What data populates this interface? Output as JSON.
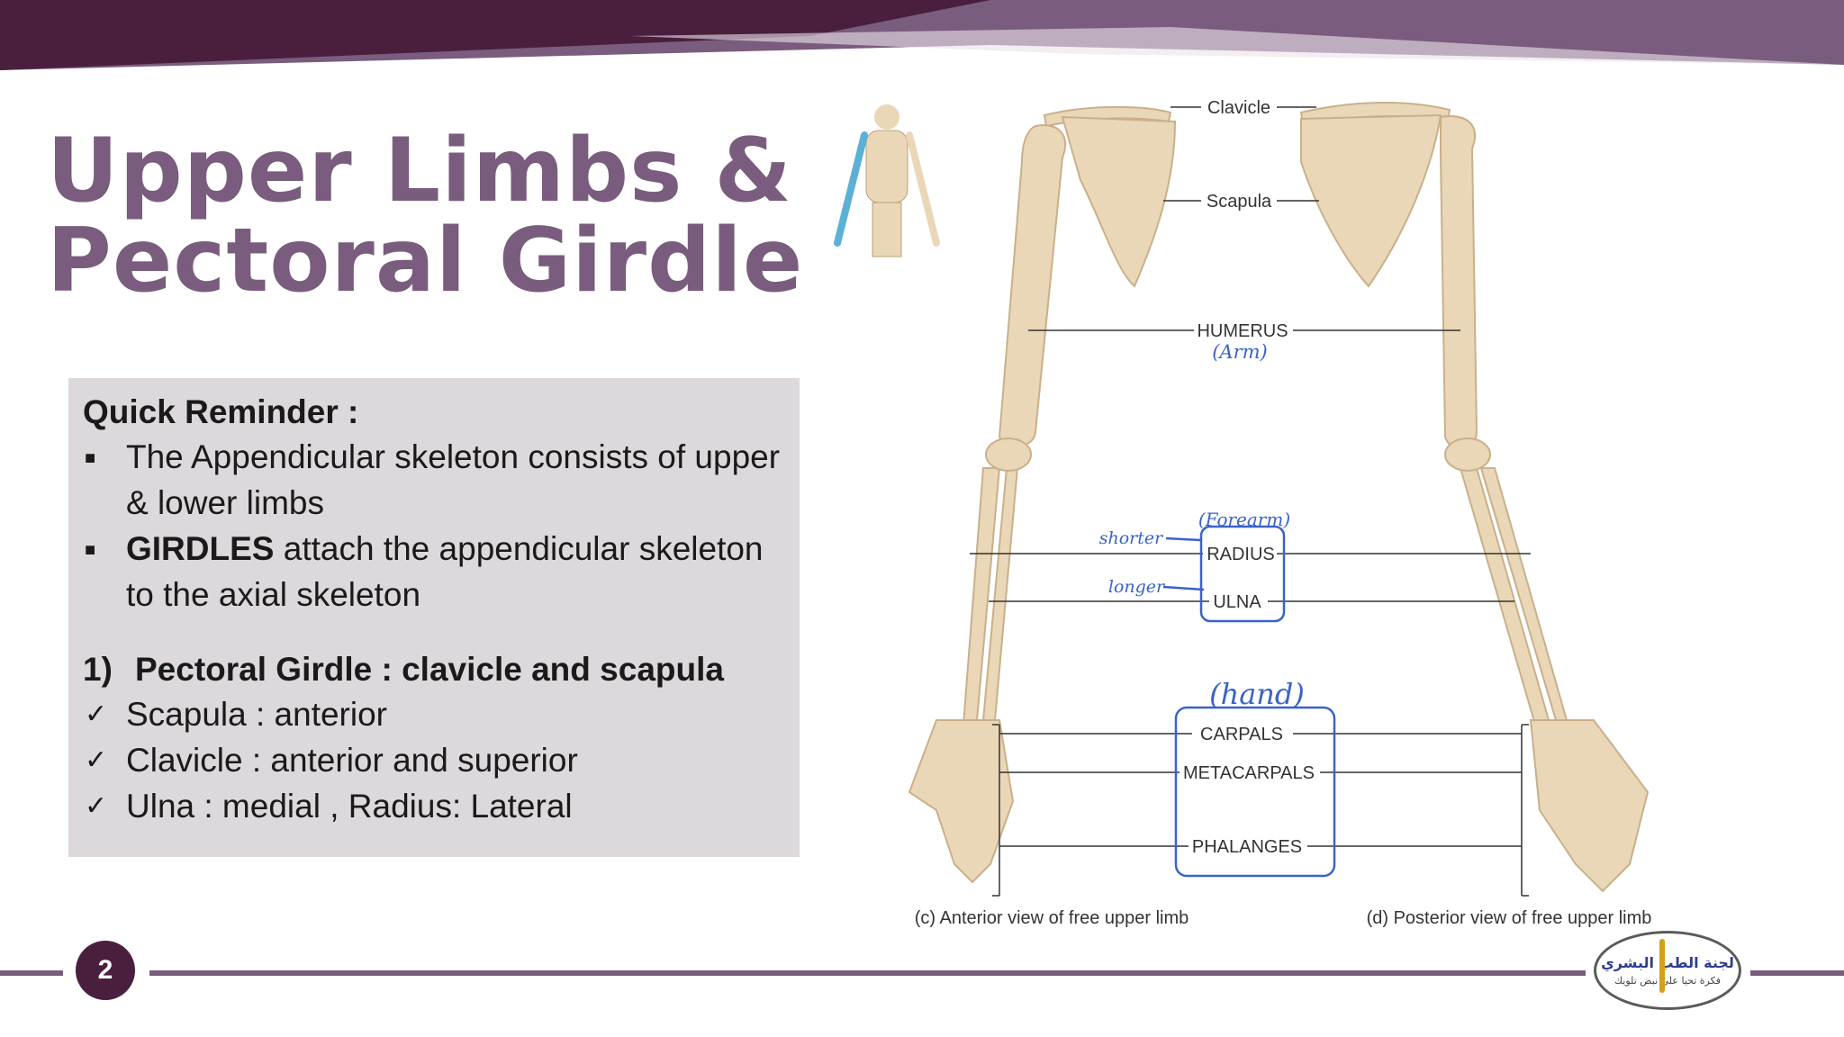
{
  "title": {
    "line1": "Upper Limbs &",
    "line2": "Pectoral Girdle"
  },
  "reminder": {
    "heading": "Quick Reminder :",
    "bullet1": "The Appendicular skeleton consists of upper & lower limbs",
    "bullet2_bold": "GIRDLES",
    "bullet2_rest": " attach the appendicular skeleton to the axial skeleton",
    "section_number": "1)",
    "section_title": "Pectoral Girdle : clavicle and scapula",
    "checks": [
      "Scapula : anterior",
      "Clavicle : anterior and superior",
      "Ulna : medial , Radius: Lateral"
    ],
    "bullet_glyph": "■",
    "check_glyph": "✓"
  },
  "diagram": {
    "labels": {
      "clavicle": "Clavicle",
      "scapula": "Scapula",
      "humerus": "HUMERUS",
      "radius": "RADIUS",
      "ulna": "ULNA",
      "carpals": "CARPALS",
      "metacarpals": "METACARPALS",
      "phalanges": "PHALANGES"
    },
    "handwritten": {
      "arm": "(Arm)",
      "forearm": "(Forearm)",
      "shorter": "shorter",
      "longer": "longer",
      "hand": "(hand)"
    },
    "captions": {
      "anterior": "(c) Anterior view of free upper limb",
      "posterior": "(d) Posterior view of free upper limb"
    }
  },
  "footer": {
    "page_number": "2",
    "logo_text": "لجنة الطب البشري",
    "logo_subtext": "فكرة تحيا على نبض تلويك"
  },
  "colors": {
    "banner_dark": "#4a1f3e",
    "banner_light": "#7a5c7e",
    "title": "#7a5c7e",
    "box_bg": "#dcd8db",
    "annotation_blue": "#3a63c8",
    "bone": "#ead7b7"
  }
}
